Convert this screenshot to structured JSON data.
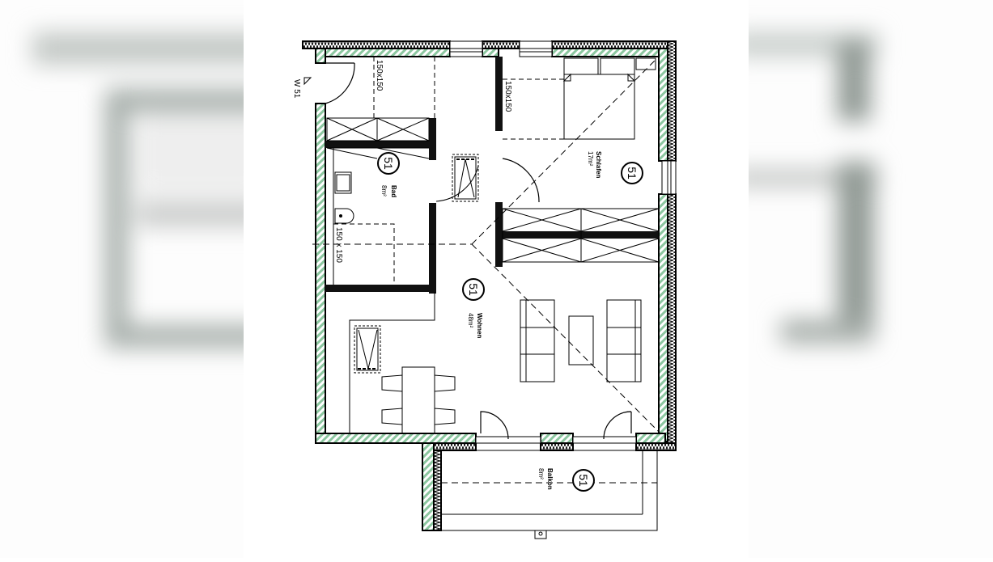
{
  "colors": {
    "wall_fill": "#9ccfae",
    "wall_outline": "#000000",
    "line": "#111111",
    "background": "#ffffff",
    "blur_tone": "#9aa39e"
  },
  "entrance": {
    "marker_label": "W 51"
  },
  "rooms": [
    {
      "id": "bad",
      "number": "51",
      "name": "Bad",
      "area": "8m²"
    },
    {
      "id": "schlafen",
      "number": "51",
      "name": "Schlafen",
      "area": "17m²"
    },
    {
      "id": "wohnen",
      "number": "51",
      "name": "Wohnen",
      "area": "48m²"
    },
    {
      "id": "balkon",
      "number": "51",
      "name": "Balkon",
      "area": "8m²"
    }
  ],
  "turning_circles": [
    {
      "room": "flur",
      "label": "150x150"
    },
    {
      "room": "schlafen",
      "label": "150x150"
    },
    {
      "room": "bad",
      "label": "150 x 150"
    }
  ]
}
